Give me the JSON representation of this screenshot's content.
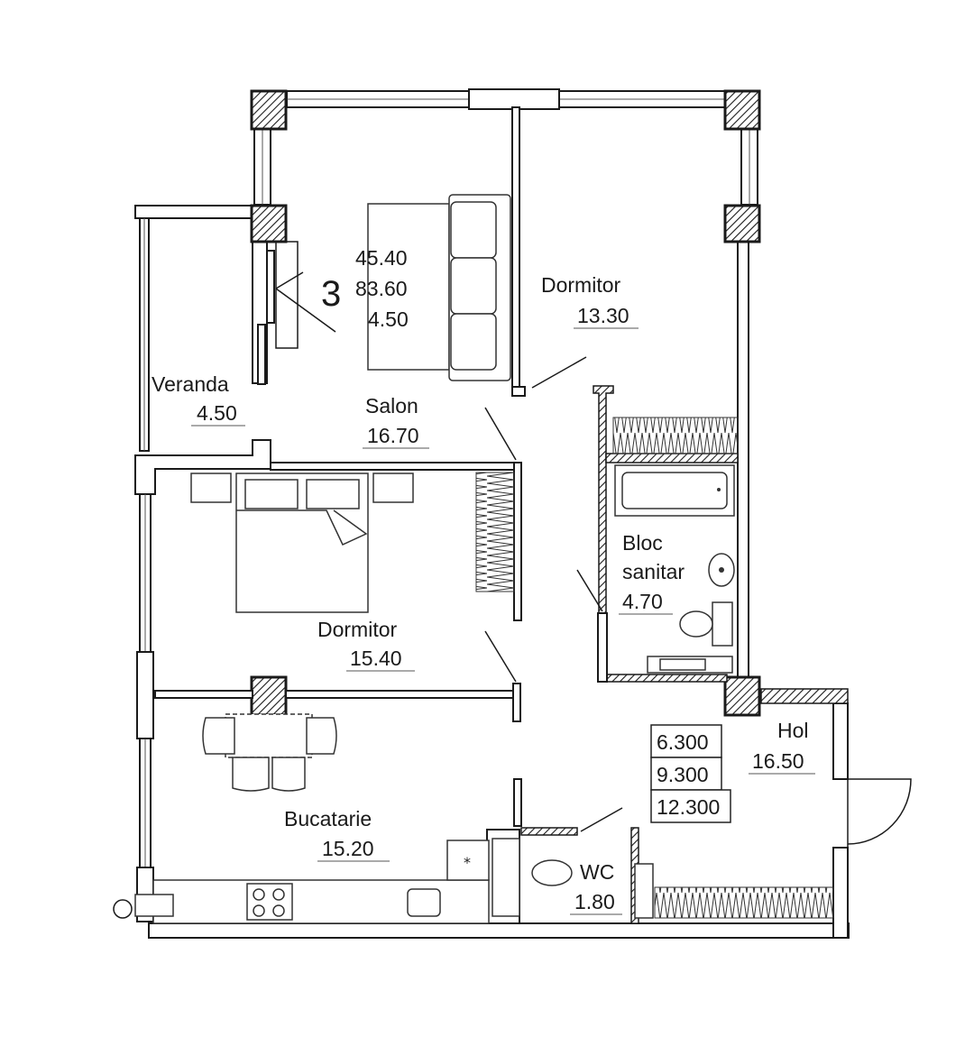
{
  "apartment": {
    "number": "3",
    "areas": [
      "45.40",
      "83.60",
      "4.50"
    ]
  },
  "rooms": {
    "dormitor_top": {
      "name": "Dormitor",
      "area": "13.30"
    },
    "veranda": {
      "name": "Veranda",
      "area": "4.50"
    },
    "salon": {
      "name": "Salon",
      "area": "16.70"
    },
    "bloc_sanitar": {
      "name_line1": "Bloc",
      "name_line2": "sanitar",
      "area": "4.70"
    },
    "dormitor_mid": {
      "name": "Dormitor",
      "area": "15.40"
    },
    "bucatarie": {
      "name": "Bucatarie",
      "area": "15.20"
    },
    "hol": {
      "name": "Hol",
      "area": "16.50"
    },
    "wc": {
      "name": "WC",
      "area": "1.80"
    }
  },
  "levels": [
    "6.300",
    "9.300",
    "12.300"
  ],
  "colors": {
    "line": "#1a1a1a",
    "background": "#ffffff"
  }
}
